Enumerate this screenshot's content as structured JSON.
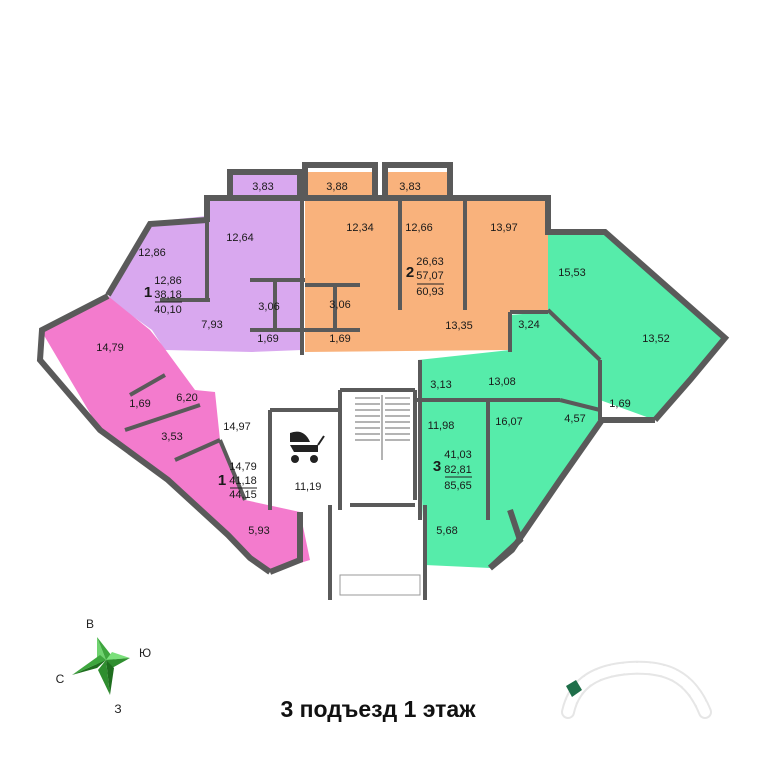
{
  "title": "3 подъезд 1 этаж",
  "colors": {
    "violet": "#d9a8ef",
    "orange": "#f9b27c",
    "green": "#56ecaa",
    "pink": "#f37bcd",
    "wall": "#5a5a5a",
    "compass": "#3ea63e"
  },
  "compass": {
    "n": "В",
    "e": "Ю",
    "w": "С",
    "s": "З"
  },
  "rooms": {
    "v1": "3,83",
    "v2": "12,86",
    "v3": "12,64",
    "v4": "7,93",
    "v5": "3,06",
    "v6": "1,69",
    "o1": "3,88",
    "o2": "3,83",
    "o3": "12,34",
    "o4": "12,66",
    "o5": "13,97",
    "o6": "3,06",
    "o7": "1,69",
    "o8": "13,35",
    "p1": "14,79",
    "p2": "1,69",
    "p3": "6,20",
    "p4": "3,53",
    "p5": "14,97",
    "p6": "5,93",
    "g1": "15,53",
    "g2": "13,52",
    "g3": "3,24",
    "g4": "3,13",
    "g5": "13,08",
    "g6": "1,69",
    "g7": "11,98",
    "g8": "16,07",
    "g9": "4,57",
    "g10": "5,68",
    "hall": "11,19"
  },
  "apartments": [
    {
      "rooms": "1",
      "living": "12,86",
      "total": "38,18",
      "full": "40,10"
    },
    {
      "rooms": "2",
      "living": "26,63",
      "total": "57,07",
      "full": "60,93"
    },
    {
      "rooms": "1",
      "living": "14,79",
      "total": "41,18",
      "full": "44,15"
    },
    {
      "rooms": "3",
      "living": "41,03",
      "total": "82,81",
      "full": "85,65"
    }
  ]
}
